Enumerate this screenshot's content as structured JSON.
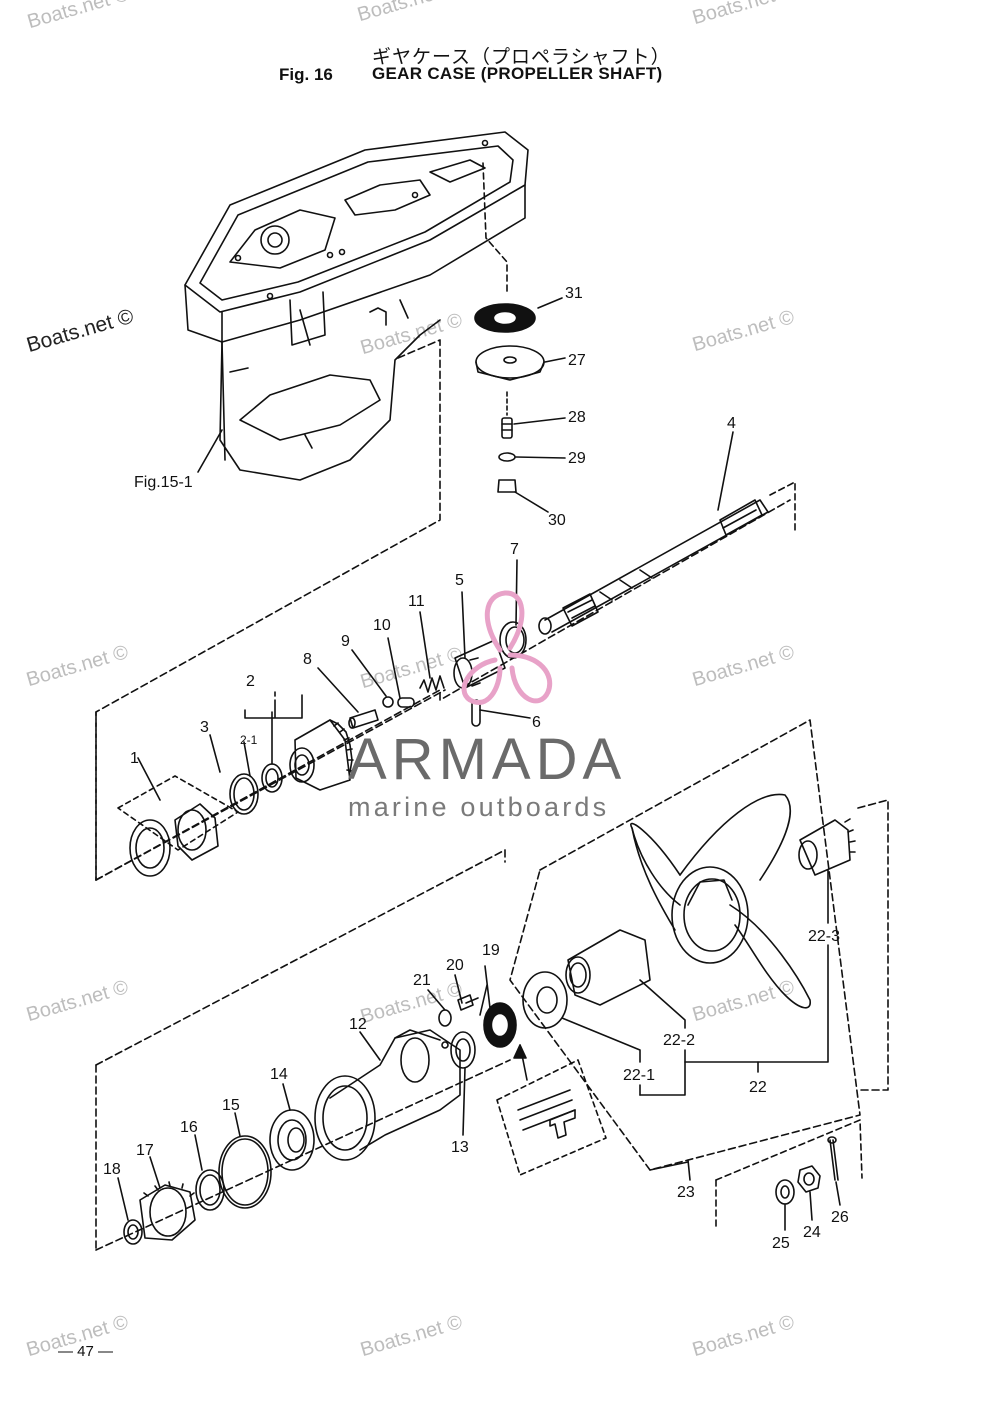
{
  "header": {
    "title_jp": "ギヤケース（プロペラシャフト）",
    "fig_label": "Fig. 16",
    "title_en": "GEAR CASE (PROPELLER SHAFT)"
  },
  "reference_label": "Fig.15-1",
  "part_labels": {
    "p1": "1",
    "p2": "2",
    "p2_1": "2-1",
    "p3": "3",
    "p4": "4",
    "p5": "5",
    "p6": "6",
    "p7": "7",
    "p8": "8",
    "p9": "9",
    "p10": "10",
    "p11": "11",
    "p12": "12",
    "p13": "13",
    "p14": "14",
    "p15": "15",
    "p16": "16",
    "p17": "17",
    "p18": "18",
    "p19": "19",
    "p20": "20",
    "p21": "21",
    "p22": "22",
    "p22_1": "22-1",
    "p22_2": "22-2",
    "p22_3": "22-3",
    "p23": "23",
    "p24": "24",
    "p25": "25",
    "p26": "26",
    "p27": "27",
    "p28": "28",
    "p29": "29",
    "p30": "30",
    "p31": "31"
  },
  "watermarks": {
    "site": "Boats.net ©"
  },
  "brand": {
    "name": "ARMADA",
    "tagline": "marine outboards",
    "color": "#e8a2c8"
  },
  "footer": {
    "page_number": "— 47 —"
  }
}
